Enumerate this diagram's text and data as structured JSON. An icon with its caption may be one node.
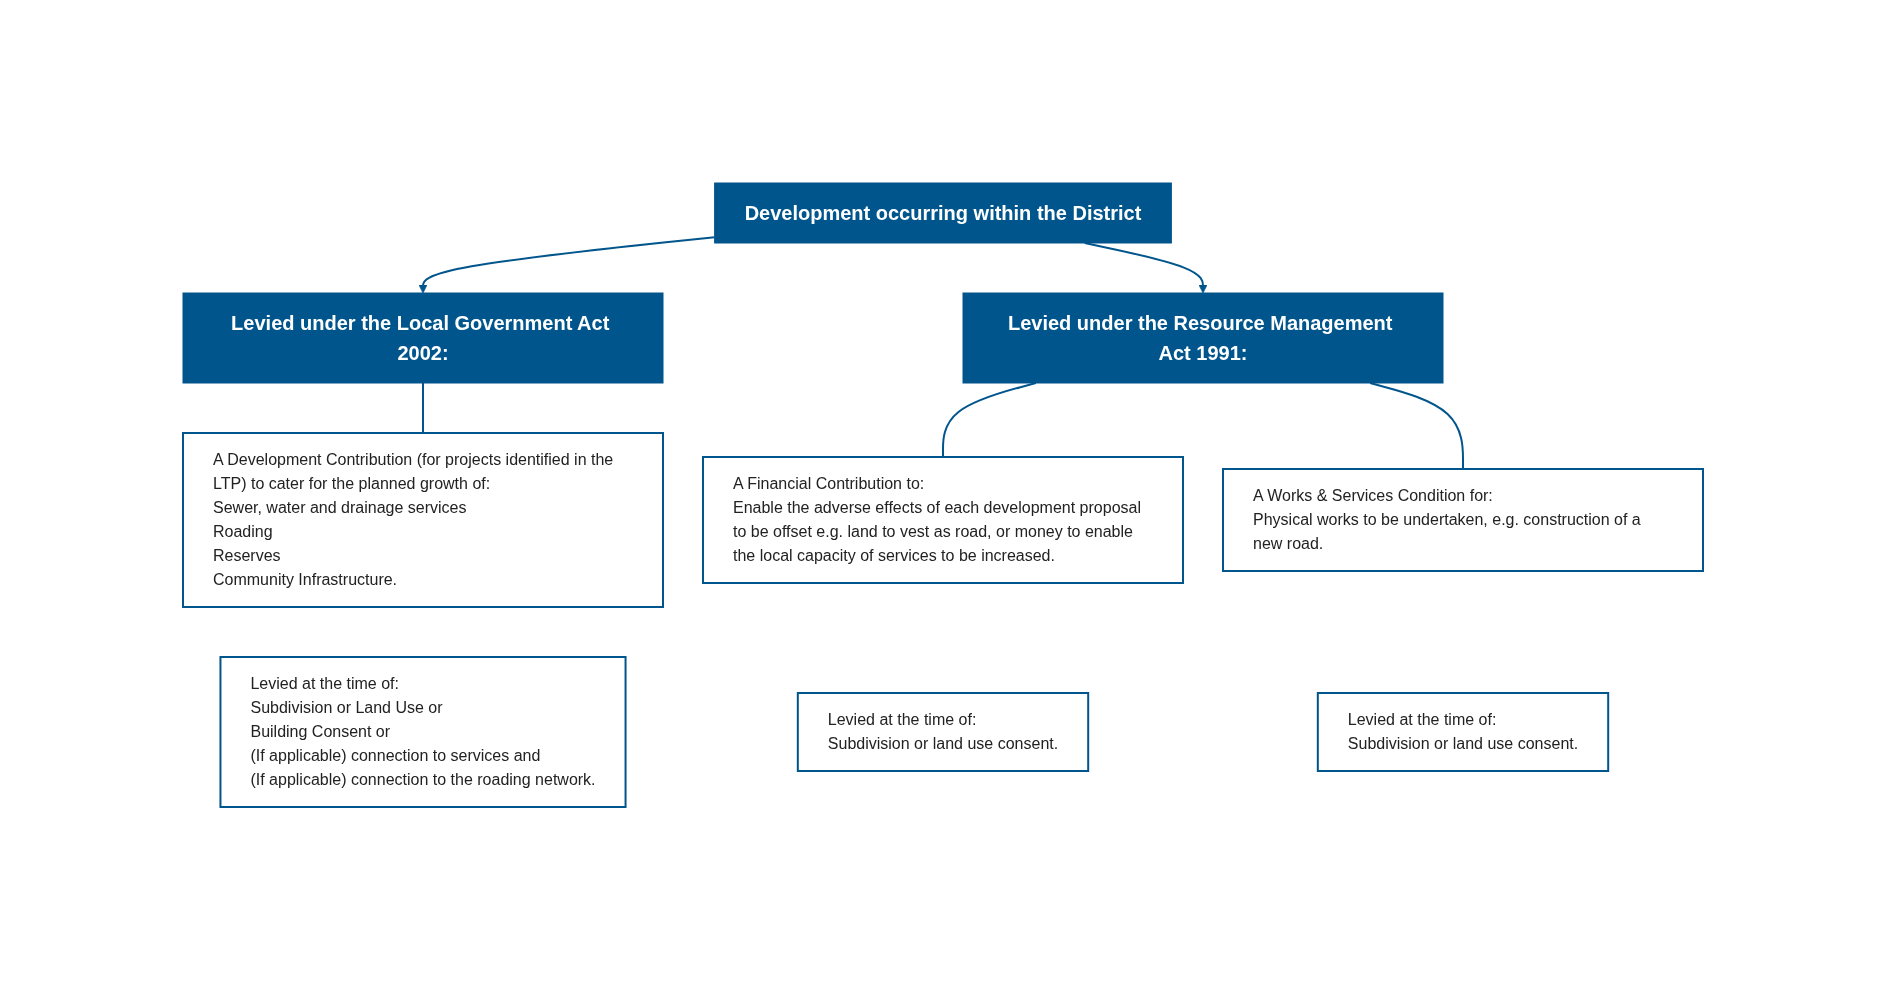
{
  "diagram": {
    "nodes": [
      {
        "text": [
          "Development occurring within the District"
        ]
      },
      {
        "text": [
          "Levied under the Local Government Act 2002:"
        ]
      },
      {
        "text": [
          "Levied under the Resource Management Act 1991:"
        ]
      },
      {
        "text": [
          "A Development Contribution (for projects identified in the LTP) to cater for the planned growth of:",
          "Sewer, water and drainage services",
          "Roading",
          "Reserves",
          "Community Infrastructure."
        ]
      },
      {
        "text": [
          "Levied at the time of:",
          "Subdivision or Land Use or",
          "Building Consent or",
          "(If applicable) connection to services and",
          "(If applicable) connection to the roading network."
        ]
      },
      {
        "text": [
          "A Financial Contribution to:",
          "Enable the adverse effects of each development proposal to be offset e.g. land to vest as road, or money to enable the local capacity of services to be increased."
        ]
      },
      {
        "text": [
          "A Works & Services Condition for:",
          "Physical works to be undertaken, e.g. construction of a new road."
        ]
      },
      {
        "text": [
          "Levied at the time of:",
          "Subdivision or land use consent."
        ]
      },
      {
        "text": [
          "Levied at the time of:",
          "Subdivision or land use consent."
        ]
      }
    ],
    "edges": [
      {
        "from": 0,
        "to": 1,
        "arrow": "to"
      },
      {
        "from": 0,
        "to": 2,
        "arrow": "to"
      },
      {
        "from": 1,
        "to": 3,
        "arrow": "none"
      },
      {
        "from": 2,
        "to": 5,
        "arrow": "none"
      },
      {
        "from": 2,
        "to": 6,
        "arrow": "none"
      }
    ]
  }
}
